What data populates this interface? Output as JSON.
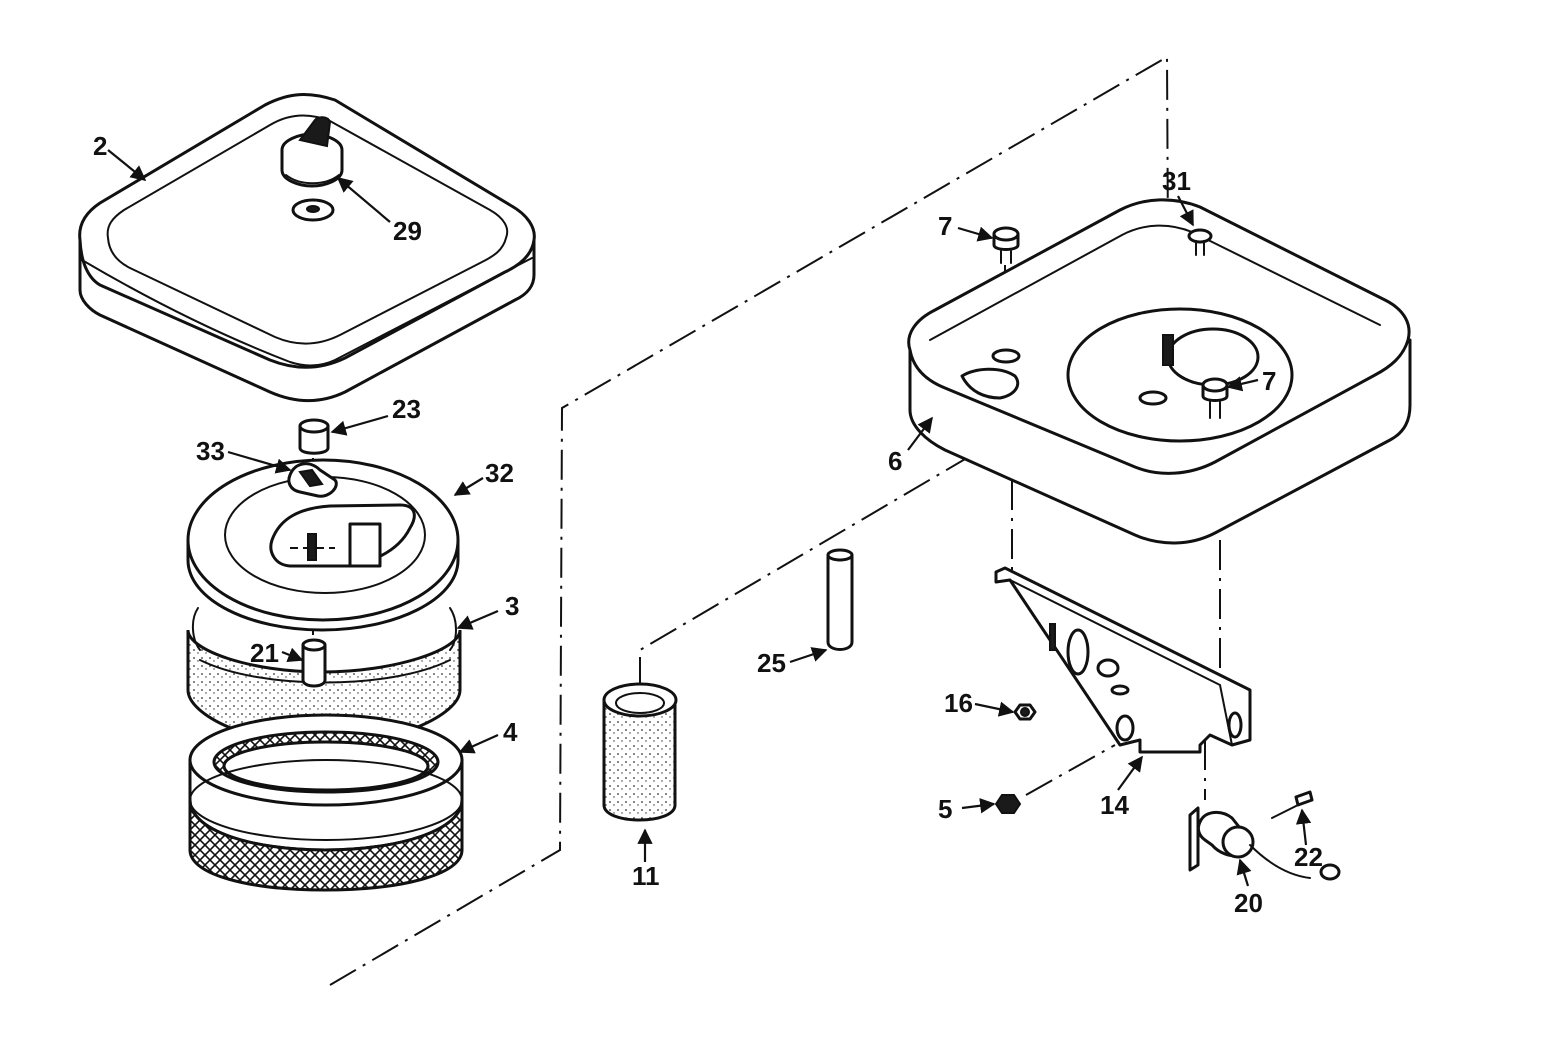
{
  "callouts": {
    "c2": "2",
    "c29": "29",
    "c23": "23",
    "c33": "33",
    "c32": "32",
    "c3": "3",
    "c21": "21",
    "c4": "4",
    "c11": "11",
    "c25": "25",
    "c7a": "7",
    "c31": "31",
    "c7b": "7",
    "c6": "6",
    "c16": "16",
    "c5": "5",
    "c14": "14",
    "c22": "22",
    "c20": "20"
  },
  "colors": {
    "line": "#111111",
    "background": "#ffffff"
  }
}
